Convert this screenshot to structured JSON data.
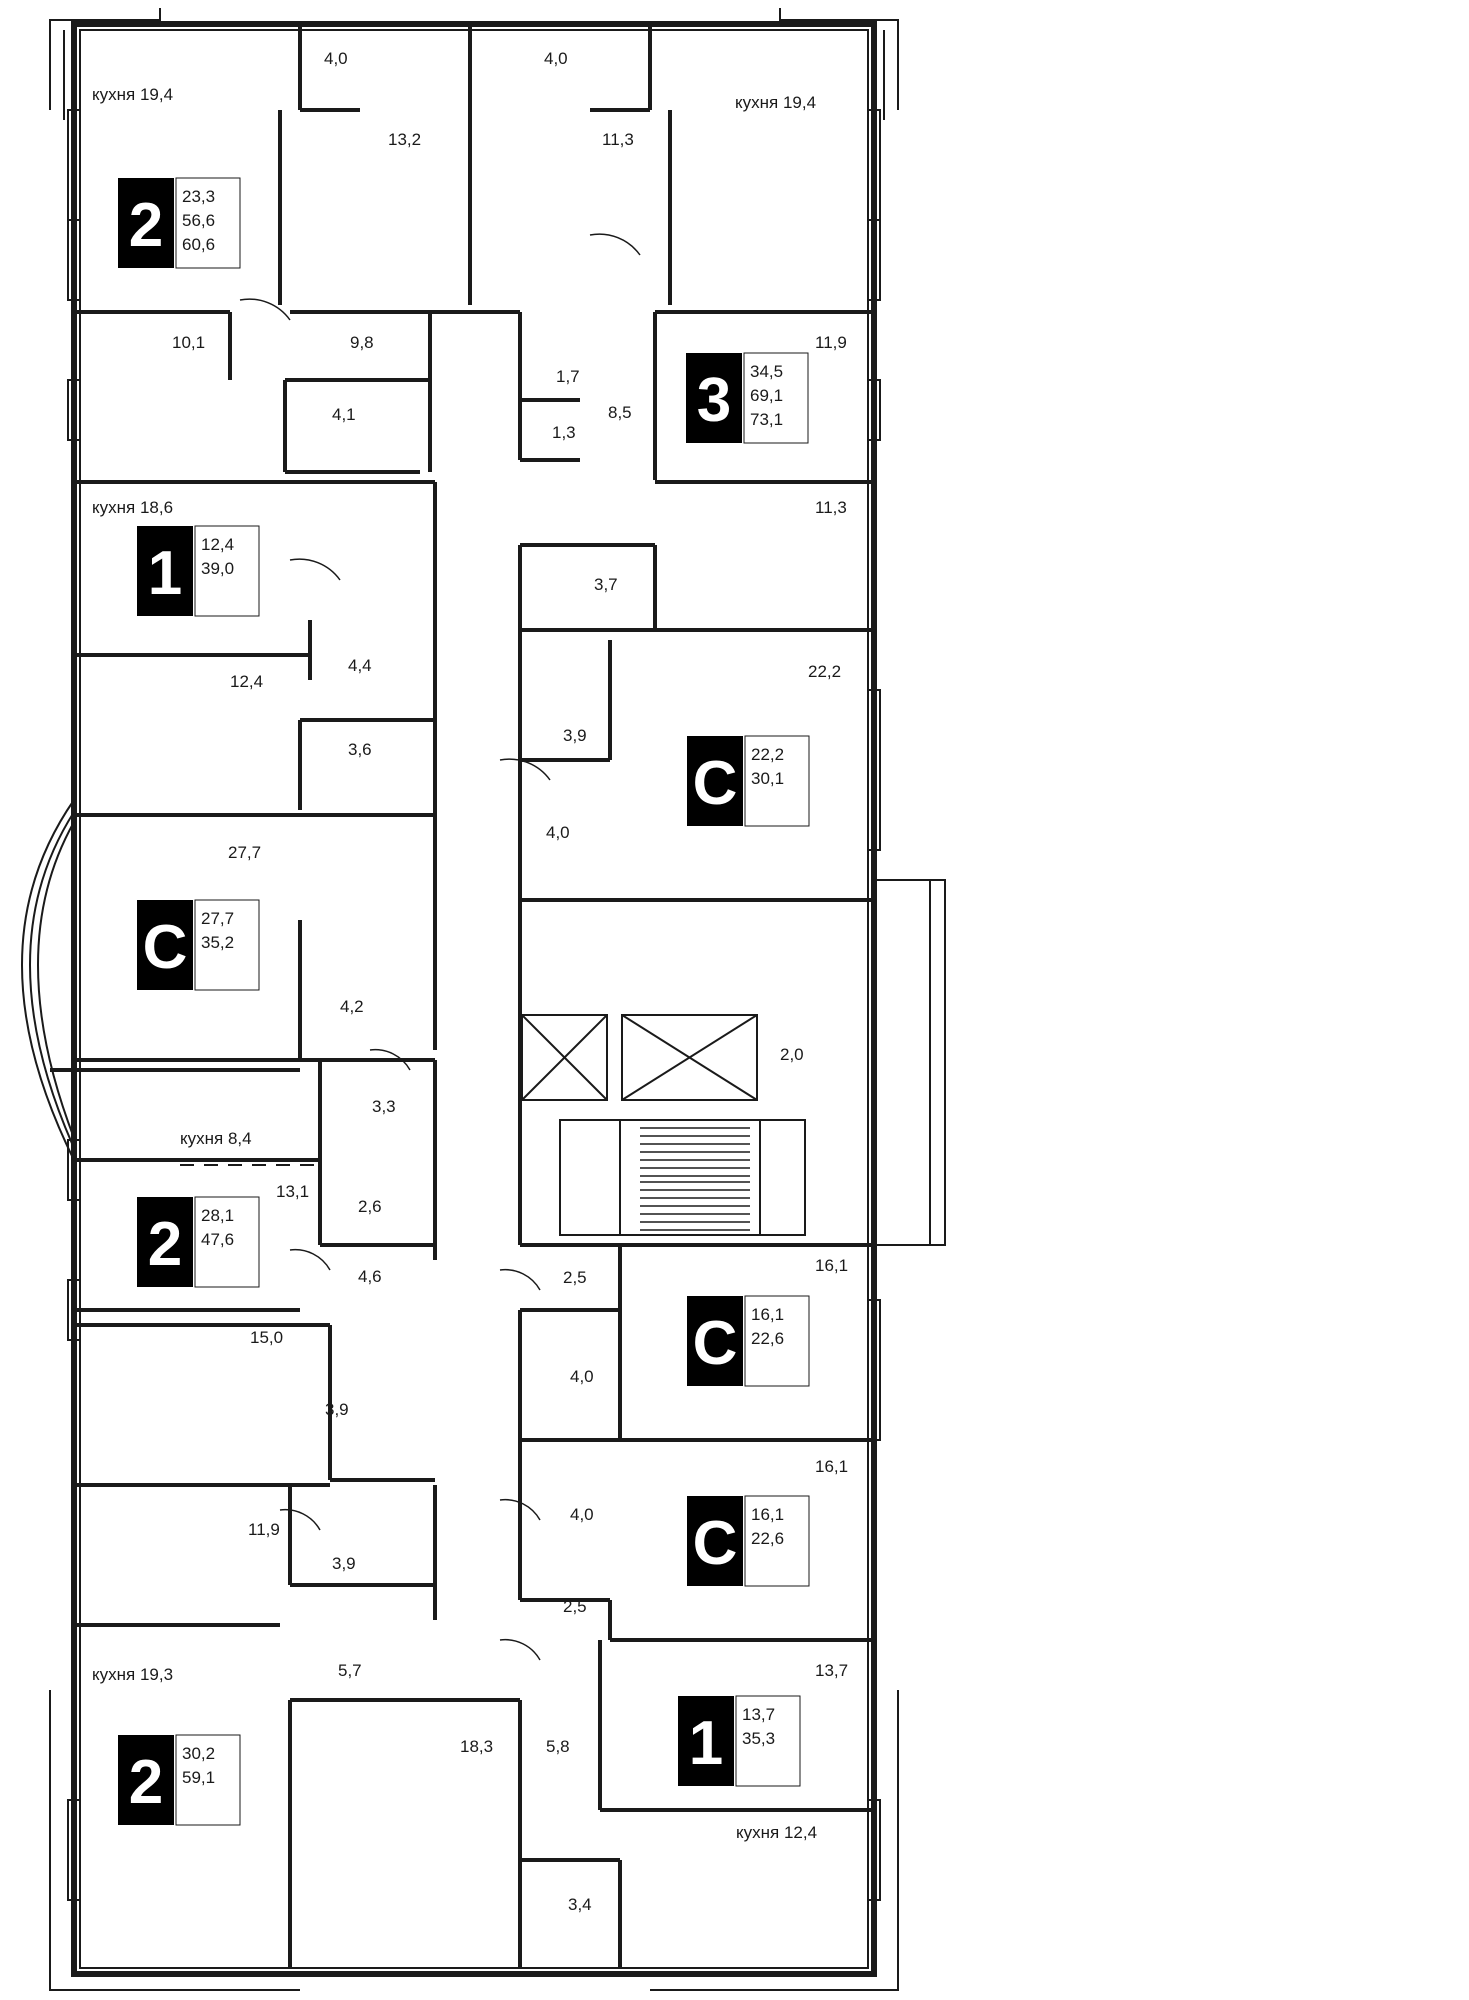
{
  "colors": {
    "wall": "#1a1a1a",
    "badge": "#000000",
    "badge_text": "#ffffff",
    "background": "#ffffff"
  },
  "apartments": [
    {
      "id": "a1",
      "badge": "2",
      "areas": [
        "23,3",
        "56,6",
        "60,6"
      ]
    },
    {
      "id": "a2",
      "badge": "3",
      "areas": [
        "34,5",
        "69,1",
        "73,1"
      ]
    },
    {
      "id": "a3",
      "badge": "1",
      "areas": [
        "12,4",
        "39,0"
      ]
    },
    {
      "id": "a4",
      "badge": "C",
      "areas": [
        "22,2",
        "30,1"
      ]
    },
    {
      "id": "a5",
      "badge": "C",
      "areas": [
        "27,7",
        "35,2"
      ]
    },
    {
      "id": "a6",
      "badge": "2",
      "areas": [
        "28,1",
        "47,6"
      ]
    },
    {
      "id": "a7",
      "badge": "C",
      "areas": [
        "16,1",
        "22,6"
      ]
    },
    {
      "id": "a8",
      "badge": "C",
      "areas": [
        "16,1",
        "22,6"
      ]
    },
    {
      "id": "a9",
      "badge": "1",
      "areas": [
        "13,7",
        "35,3"
      ]
    },
    {
      "id": "a10",
      "badge": "2",
      "areas": [
        "30,2",
        "59,1"
      ]
    }
  ],
  "rooms": [
    "4,0",
    "4,0",
    "кухня 19,4",
    "кухня 19,4",
    "13,2",
    "11,3",
    "10,1",
    "9,8",
    "11,9",
    "1,7",
    "4,1",
    "8,5",
    "1,3",
    "кухня 18,6",
    "11,3",
    "3,7",
    "22,2",
    "12,4",
    "4,4",
    "3,9",
    "3,6",
    "27,7",
    "4,0",
    "4,2",
    "2,0",
    "3,3",
    "кухня 8,4",
    "13,1",
    "2,6",
    "2,5",
    "16,1",
    "4,6",
    "15,0",
    "4,0",
    "3,9",
    "16,1",
    "4,0",
    "11,9",
    "3,9",
    "2,5",
    "5,7",
    "13,7",
    "кухня 19,3",
    "18,3",
    "5,8",
    "кухня 12,4",
    "3,4"
  ]
}
